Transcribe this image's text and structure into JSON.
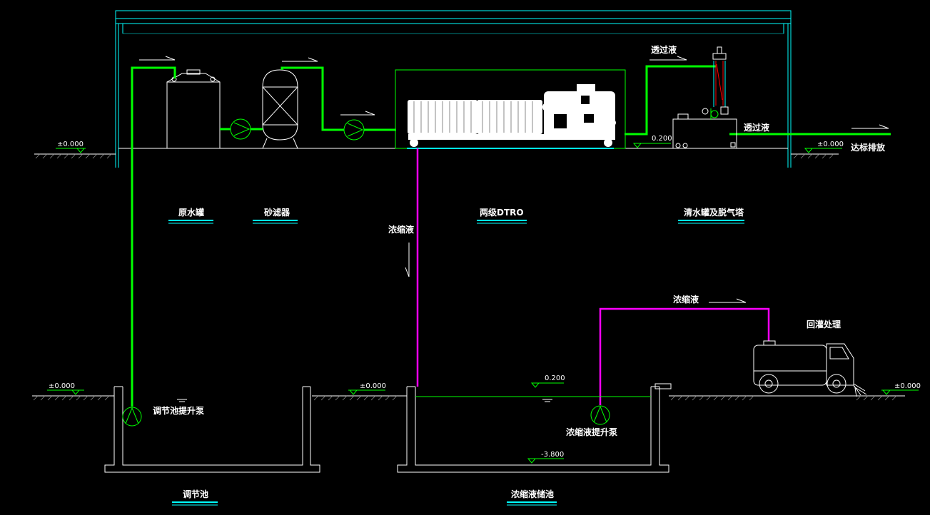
{
  "labels": {
    "raw_tank": "原水罐",
    "sand_filter": "砂滤器",
    "dtro": "两级DTRO",
    "clear_tank": "清水罐及脱气塔",
    "concentrate_down": "浓缩液",
    "permeate_top": "透过液",
    "permeate_right": "透过液",
    "discharge": "达标排放",
    "concentrate_return": "浓缩液",
    "recirculation": "回灌处理",
    "reg_pump": "调节池提升泵",
    "conc_pump": "浓缩液提升泵",
    "reg_pool": "调节池",
    "conc_pool": "浓缩液储池"
  },
  "elevations": {
    "ground_top_left": "±0.000",
    "ground_top_right": "±0.000",
    "dtro_level": "0.200",
    "ground_bottom_left": "±0.000",
    "ground_bottom_mid": "±0.000",
    "ground_bottom_right": "±0.000",
    "pool_level": "0.200",
    "pool_bottom": "-3.800"
  },
  "colors": {
    "background": "#000000",
    "green_pipe": "#00ff00",
    "magenta_pipe": "#ff00ff",
    "cyan": "#00ffff",
    "outline": "#ffffff",
    "red": "#ff0000"
  }
}
